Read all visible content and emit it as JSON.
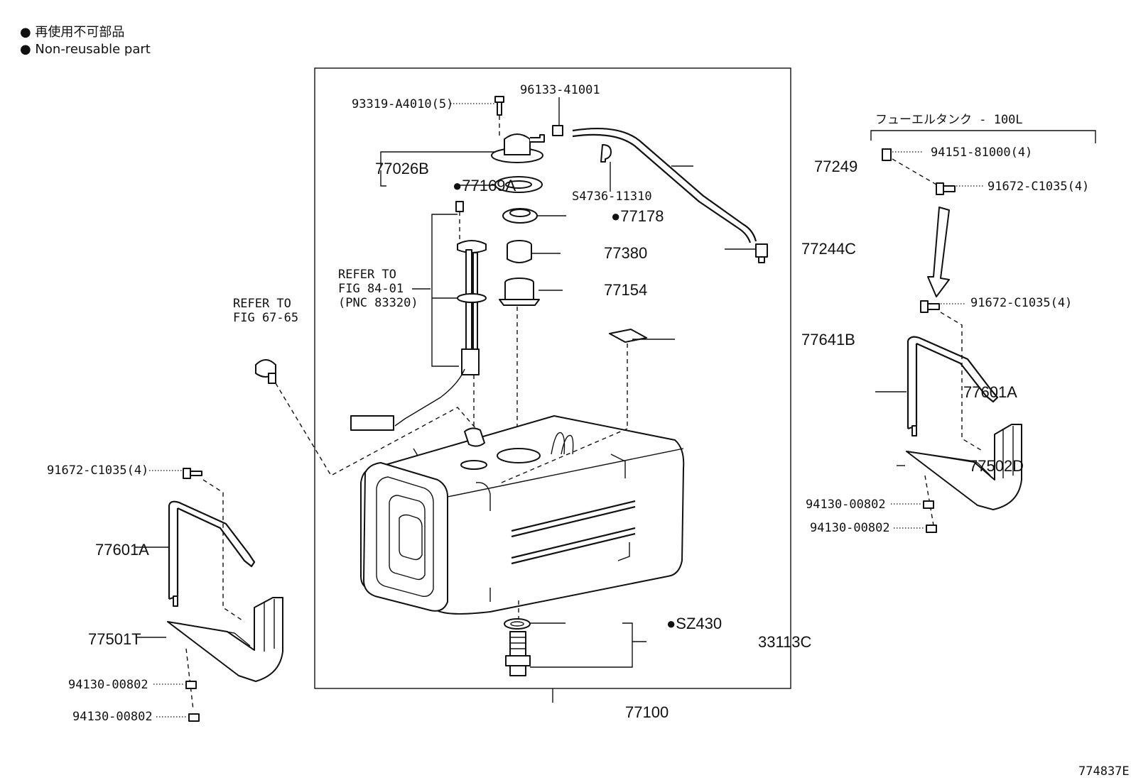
{
  "legend": {
    "jp": "● 再使用不可部品",
    "en": "● Non-reusable part"
  },
  "labels": {
    "p93319": "93319-A4010(5)",
    "p96133": "96133-41001",
    "p77026b": "77026B",
    "p77169a": "●77169A",
    "p77249": "77249",
    "p54736": "S4736-11310",
    "p77178": "●77178",
    "p77380": "77380",
    "p77244c": "77244C",
    "p77154": "77154",
    "refer_84_l1": "REFER TO",
    "refer_84_l2": "FIG 84-01",
    "refer_84_l3": "(PNC 83320)",
    "refer_67_l1": "REFER TO",
    "refer_67_l2": "FIG 67-65",
    "p77641b": "77641B",
    "p91672_left": "91672-C1035(4)",
    "p77601a_left": "77601A",
    "p77501t": "77501T",
    "p94130_l1": "94130-00802",
    "p94130_l2": "94130-00802",
    "psz430": "●SZ430",
    "p33113c": "33113C",
    "p77100": "77100",
    "tank_100l": "フューエルタンク - 100L",
    "p94151": "94151-81000(4)",
    "p91672_r1": "91672-C1035(4)",
    "p91672_r2": "91672-C1035(4)",
    "p77601a_right": "77601A",
    "p77502d": "77502D",
    "p94130_r1": "94130-00802",
    "p94130_r2": "94130-00802",
    "fig_code": "774837E"
  }
}
